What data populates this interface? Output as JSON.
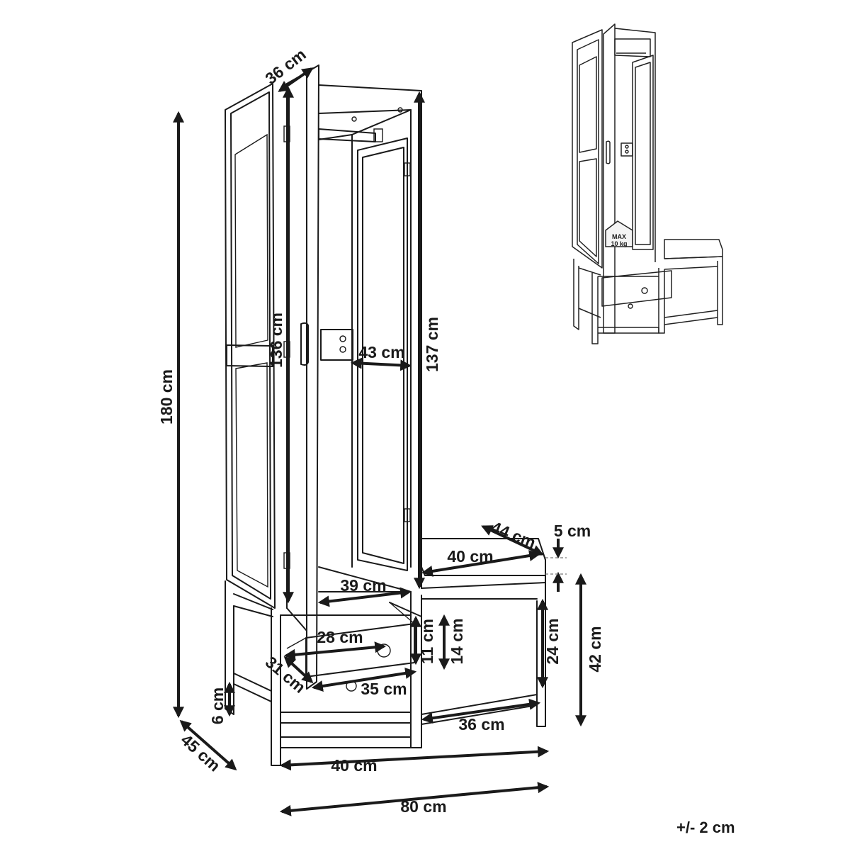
{
  "dimensions": {
    "total_height": "180 cm",
    "depth": "45 cm",
    "total_width": "80 cm",
    "cabinet_width": "40 cm",
    "foot_height": "6 cm",
    "door_depth": "36 cm",
    "door_height": "136 cm",
    "inner_height": "137 cm",
    "inner_width": "43 cm",
    "inner_bottom_width": "39 cm",
    "drawer_width": "28 cm",
    "drawer_depth": "31 cm",
    "drawer_front": "35 cm",
    "drawer_inner_height": "11 cm",
    "drawer_height": "14 cm",
    "bench_depth": "44 cm",
    "cushion_width": "40 cm",
    "cushion_height": "5 cm",
    "bench_inner_height": "24 cm",
    "bench_height": "42 cm",
    "bench_shelf_width": "36 cm"
  },
  "thumbnail": {
    "badge_top": "MAX",
    "badge_bottom": "10 kg"
  },
  "tolerance": "+/- 2 cm",
  "colors": {
    "line": "#1a1a1a",
    "background": "#ffffff"
  }
}
